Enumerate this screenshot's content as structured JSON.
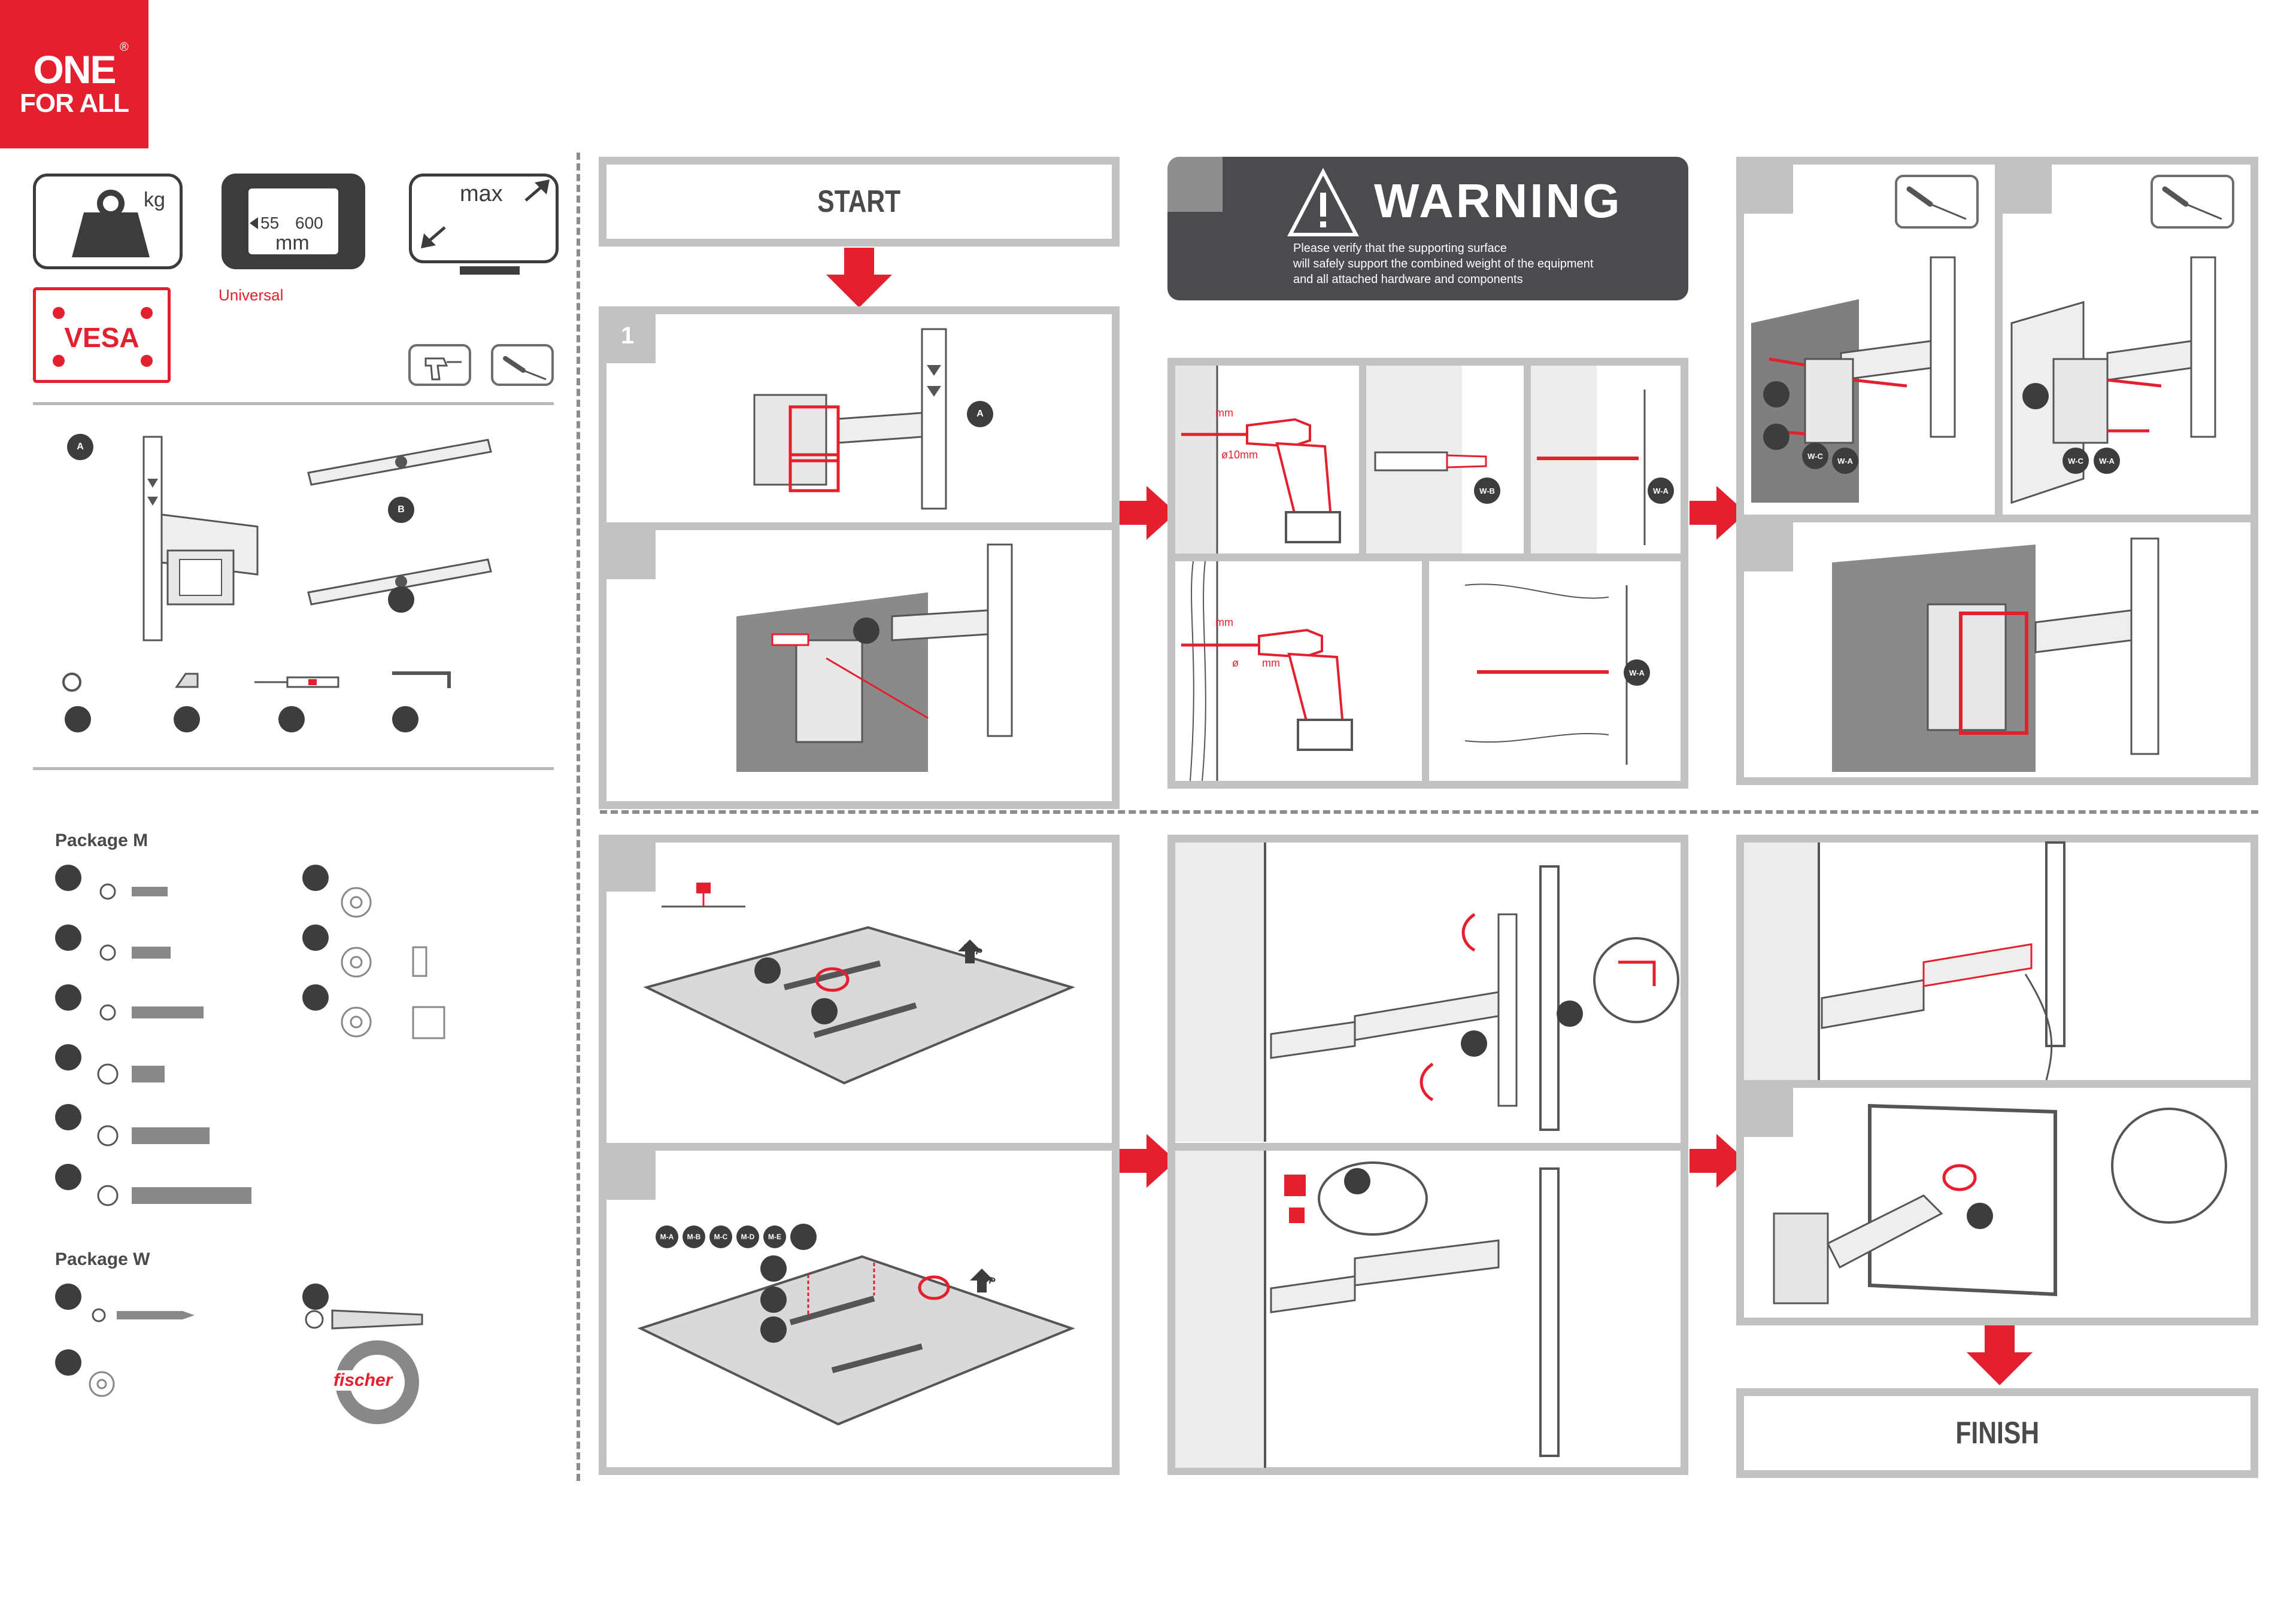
{
  "brand": {
    "line1": "ONE",
    "line2": "FOR ALL",
    "registered": "®"
  },
  "specs": {
    "weight_unit": "kg",
    "vesa_range": {
      "min": "55",
      "max": "600",
      "unit": "mm"
    },
    "screen_size": "max",
    "universal": "Universal",
    "vesa": "VESA"
  },
  "parts": {
    "wall_plate": "A",
    "rail": "B"
  },
  "package_m": {
    "title": "Package M"
  },
  "package_w": {
    "title": "Package W",
    "anchor_brand": "fischer"
  },
  "steps": {
    "start": "START",
    "finish": "FINISH",
    "step1_number": "1",
    "warning_title": "WARNING",
    "warning_lines": [
      "Please verify that the supporting surface",
      "will safely support the combined weight of the equipment",
      "and all attached hardware and components"
    ],
    "drill_depth_unit": "mm",
    "drill_diameter": "ø10mm",
    "wood_depth_unit": "mm",
    "wood_diameter_symbol": "ø",
    "wood_diameter_unit": "mm",
    "top_label": "TOP"
  },
  "hardware_tags": {
    "w_a": "W-A",
    "w_b": "W-B",
    "w_c": "W-C",
    "m_a": "M-A",
    "m_b": "M-B",
    "m_c": "M-C",
    "m_d": "M-D",
    "m_e": "M-E"
  },
  "colors": {
    "brand_red": "#e4202f",
    "panel_grey": "#c2c2c2",
    "warning_bg": "#4b4b4f",
    "dark": "#3d3d3d"
  }
}
